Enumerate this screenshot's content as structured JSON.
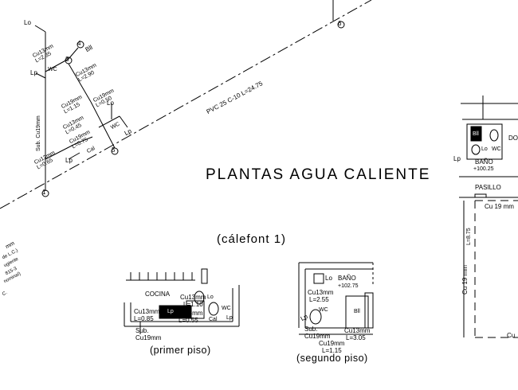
{
  "title": "PLANTAS AGUA CALIENTE",
  "subtitle": "(cálefont 1)",
  "captions": {
    "first": "(primer piso)",
    "second": "(segundo piso)"
  },
  "iso": {
    "labels": {
      "lo": "Lo",
      "pipe_top": "Cu13mm\nL=2.35",
      "node4": "4",
      "bll": "Bll",
      "lp": "Lp",
      "wc": "WC",
      "node3": "3",
      "pipe_3": "Cu13mm\nL=2.90",
      "pipe_a": "Cu19mm\nL=1.15",
      "pipe_b": "Cu19mm\nL=0.50",
      "riser": "Sub. Cu19mm",
      "pipe_c": "Cu13mm\nL=0.45",
      "pipe_d": "Cu19mm\nL=0.75",
      "lo2": "Lo",
      "wc2": "WC",
      "lp2": "Lp",
      "pipe_e": "Cu13mm\nL=0.65",
      "lp3": "Lp",
      "cal": "Cal",
      "node5": "5",
      "main_pipe": "PVC 25 C-10 L=24.75",
      "node6": "6",
      "node1": "1"
    }
  },
  "left_edge": {
    "lines": [
      "mm",
      "de L.C.)",
      "ugiente",
      "815-3",
      "nominal)",
      "C."
    ]
  },
  "plan1": {
    "room": "COCINA",
    "pipe_a": "Cu13mm",
    "pipe_a_len": "L=1.10",
    "pipe_b": "Cu13mm",
    "pipe_b_len": "L=0.85",
    "pipe_c": "Cu13mm",
    "pipe_c_len": "L=0.55",
    "lo": "Lo",
    "wc": "WC",
    "lp": "Lp",
    "lp2": "Lp",
    "cal": "Cal",
    "sub": "Sub.",
    "sub_pipe": "Cu19mm"
  },
  "plan2": {
    "room": "BAÑO",
    "level": "+102.75",
    "lo": "Lo",
    "pipe_a": "Cu13mm",
    "pipe_a_len": "L=2.55",
    "wc": "WC",
    "bll": "Bll",
    "lp": "Lp",
    "sub": "Sub.",
    "sub_pipe": "Cu19mm",
    "pipe_b": "Cu19mm",
    "pipe_b_len": "L=1.15",
    "pipe_c": "Cu13mm",
    "pipe_c_len": "L=3.05"
  },
  "plan3": {
    "bll": "Bll",
    "lo": "Lo",
    "wc": "WC",
    "room": "BAÑO",
    "level": "+100.25",
    "lp": "Lp",
    "room_cut": "DO",
    "corridor": "PASILLO",
    "pipe_top": "Cu 19 mm",
    "dim": "L=8.75",
    "pipe_side": "Cu 19 mm",
    "pipe_bottom": "Cu"
  }
}
